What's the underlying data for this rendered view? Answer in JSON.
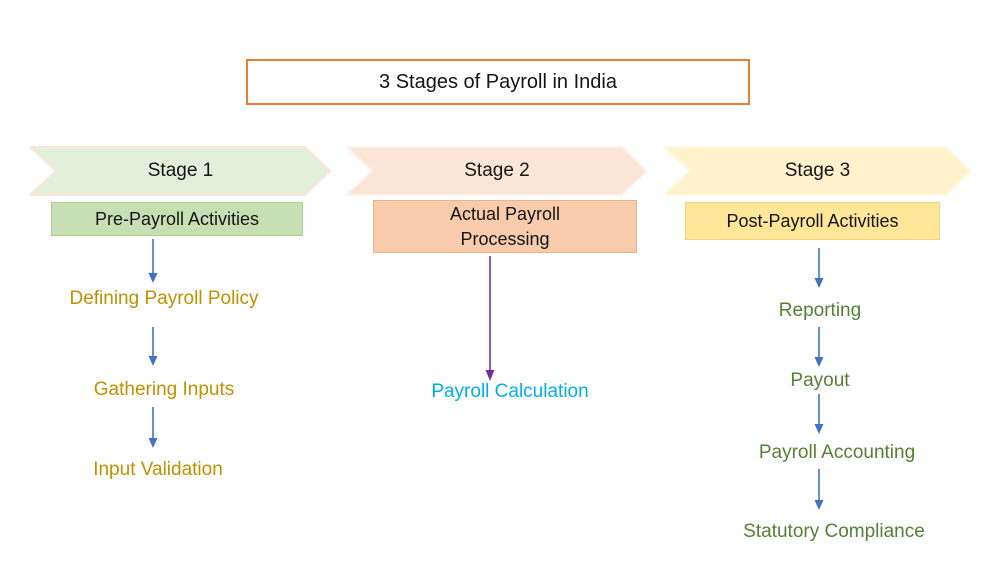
{
  "title": {
    "text": "3 Stages of Payroll in India",
    "border_color": "#ED7D31"
  },
  "arrow_colors": {
    "blue": "#4472C4",
    "purple": "#7030A0"
  },
  "stages": [
    {
      "label": "Stage 1",
      "header": "Pre-Payroll Activities",
      "chevron_fill": "#E2EFDA",
      "chevron_stroke": "#FBE5D6",
      "header_fill": "#C6E0B4",
      "header_border": "#A9D18E",
      "step_color": "#BF9000",
      "steps": [
        "Defining Payroll Policy",
        "Gathering Inputs",
        "Input Validation"
      ]
    },
    {
      "label": "Stage 2",
      "header": "Actual Payroll Processing",
      "chevron_fill": "#FBE5D6",
      "chevron_stroke": "#FDF3EB",
      "header_fill": "#F8CBAD",
      "header_border": "#F0B183",
      "step_color": "#00AEEF",
      "steps": [
        "Payroll Calculation"
      ]
    },
    {
      "label": "Stage 3",
      "header": "Post-Payroll Activities",
      "chevron_fill": "#FFF2CC",
      "chevron_stroke": "#FFF9E6",
      "header_fill": "#FFE699",
      "header_border": "#F2D478",
      "step_color": "#538135",
      "steps": [
        "Reporting",
        "Payout",
        "Payroll Accounting",
        "Statutory Compliance"
      ]
    }
  ]
}
